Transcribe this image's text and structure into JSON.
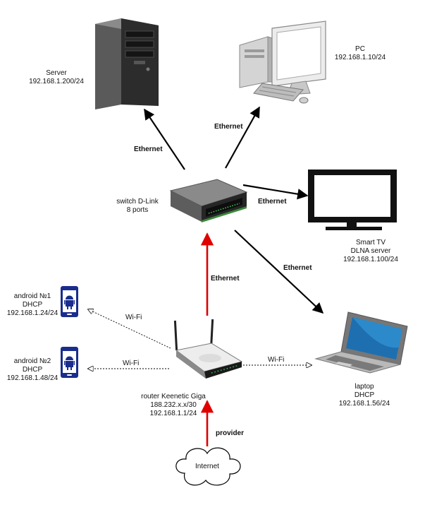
{
  "nodes": {
    "server": {
      "name": "Server",
      "ip": "192.168.1.200/24"
    },
    "pc": {
      "name": "PC",
      "ip": "192.168.1.10/24"
    },
    "switch": {
      "name": "switch D-Link",
      "ports": "8 ports"
    },
    "tv": {
      "name": "Smart TV",
      "role": "DLNA server",
      "ip": "192.168.1.100/24"
    },
    "android1": {
      "name": "android №1",
      "mode": "DHCP",
      "ip": "192.168.1.24/24"
    },
    "android2": {
      "name": "android №2",
      "mode": "DHCP",
      "ip": "192.168.1.48/24"
    },
    "router": {
      "name": "router Keenetic Giga",
      "wan_ip": "188.232.x.x/30",
      "lan_ip": "192.168.1.1/24"
    },
    "laptop": {
      "name": "laptop",
      "mode": "DHCP",
      "ip": "192.168.1.56/24"
    },
    "internet": {
      "name": "Internet"
    }
  },
  "links": {
    "switch_server": "Ethernet",
    "switch_pc": "Ethernet",
    "switch_tv": "Ethernet",
    "switch_laptop": "Ethernet",
    "router_switch": "Ethernet",
    "router_android1": "Wi-Fi",
    "router_android2": "Wi-Fi",
    "router_laptop": "Wi-Fi",
    "internet_router": "provider"
  },
  "colors": {
    "ethernet": "#000000",
    "uplink": "#e00000",
    "android": "#1a2d8c",
    "screen": "#1e6fb0"
  }
}
